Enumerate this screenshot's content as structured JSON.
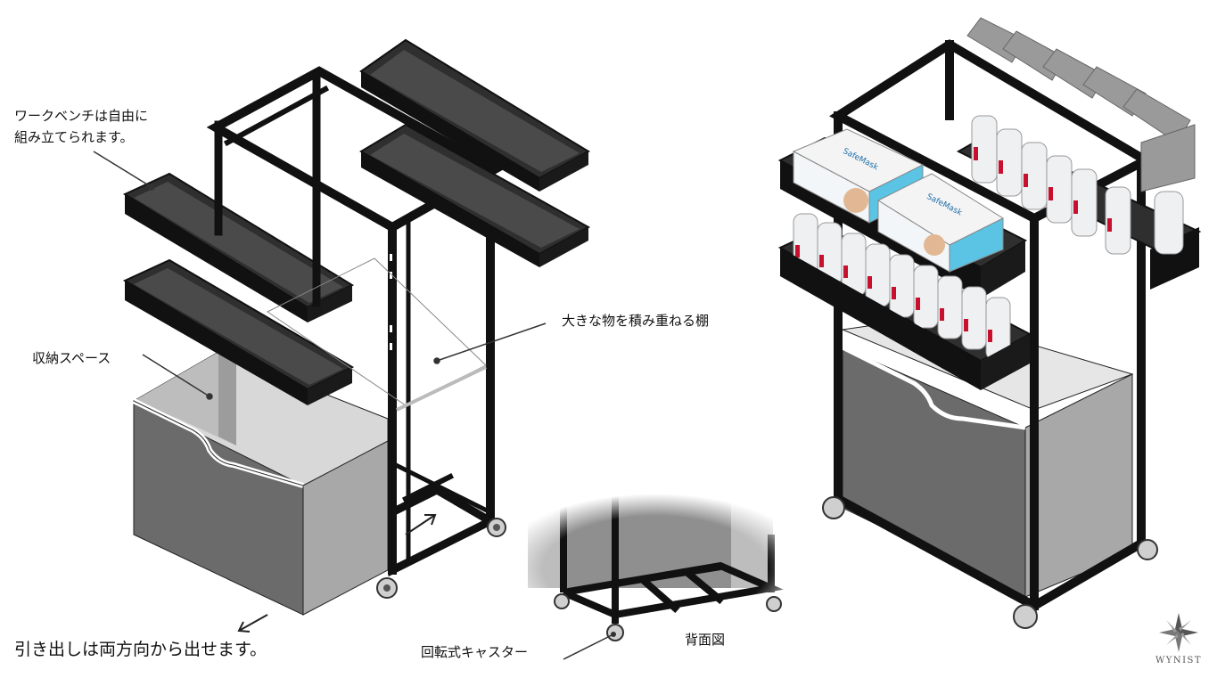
{
  "labels": {
    "workbench": [
      "ワークベンチは自由に",
      "組み立てられます。"
    ],
    "storage": "収納スペース",
    "shelf": "大きな物を積み重ねる棚",
    "drawer": "引き出しは両方向から出せます。",
    "caster": "回転式キャスター",
    "rear_view": "背面図"
  },
  "products": {
    "mask_brand": "SafeMask"
  },
  "brand": {
    "name": "WYNIST"
  },
  "colors": {
    "frame": "#111111",
    "tray_inner": "#4a4a4a",
    "drawer_front": "#6b6b6b",
    "drawer_side": "#a8a8a8",
    "mask_blue": "#5bc3e3",
    "bottle": "#eef0f2",
    "bottle_label": "#c8102e"
  }
}
